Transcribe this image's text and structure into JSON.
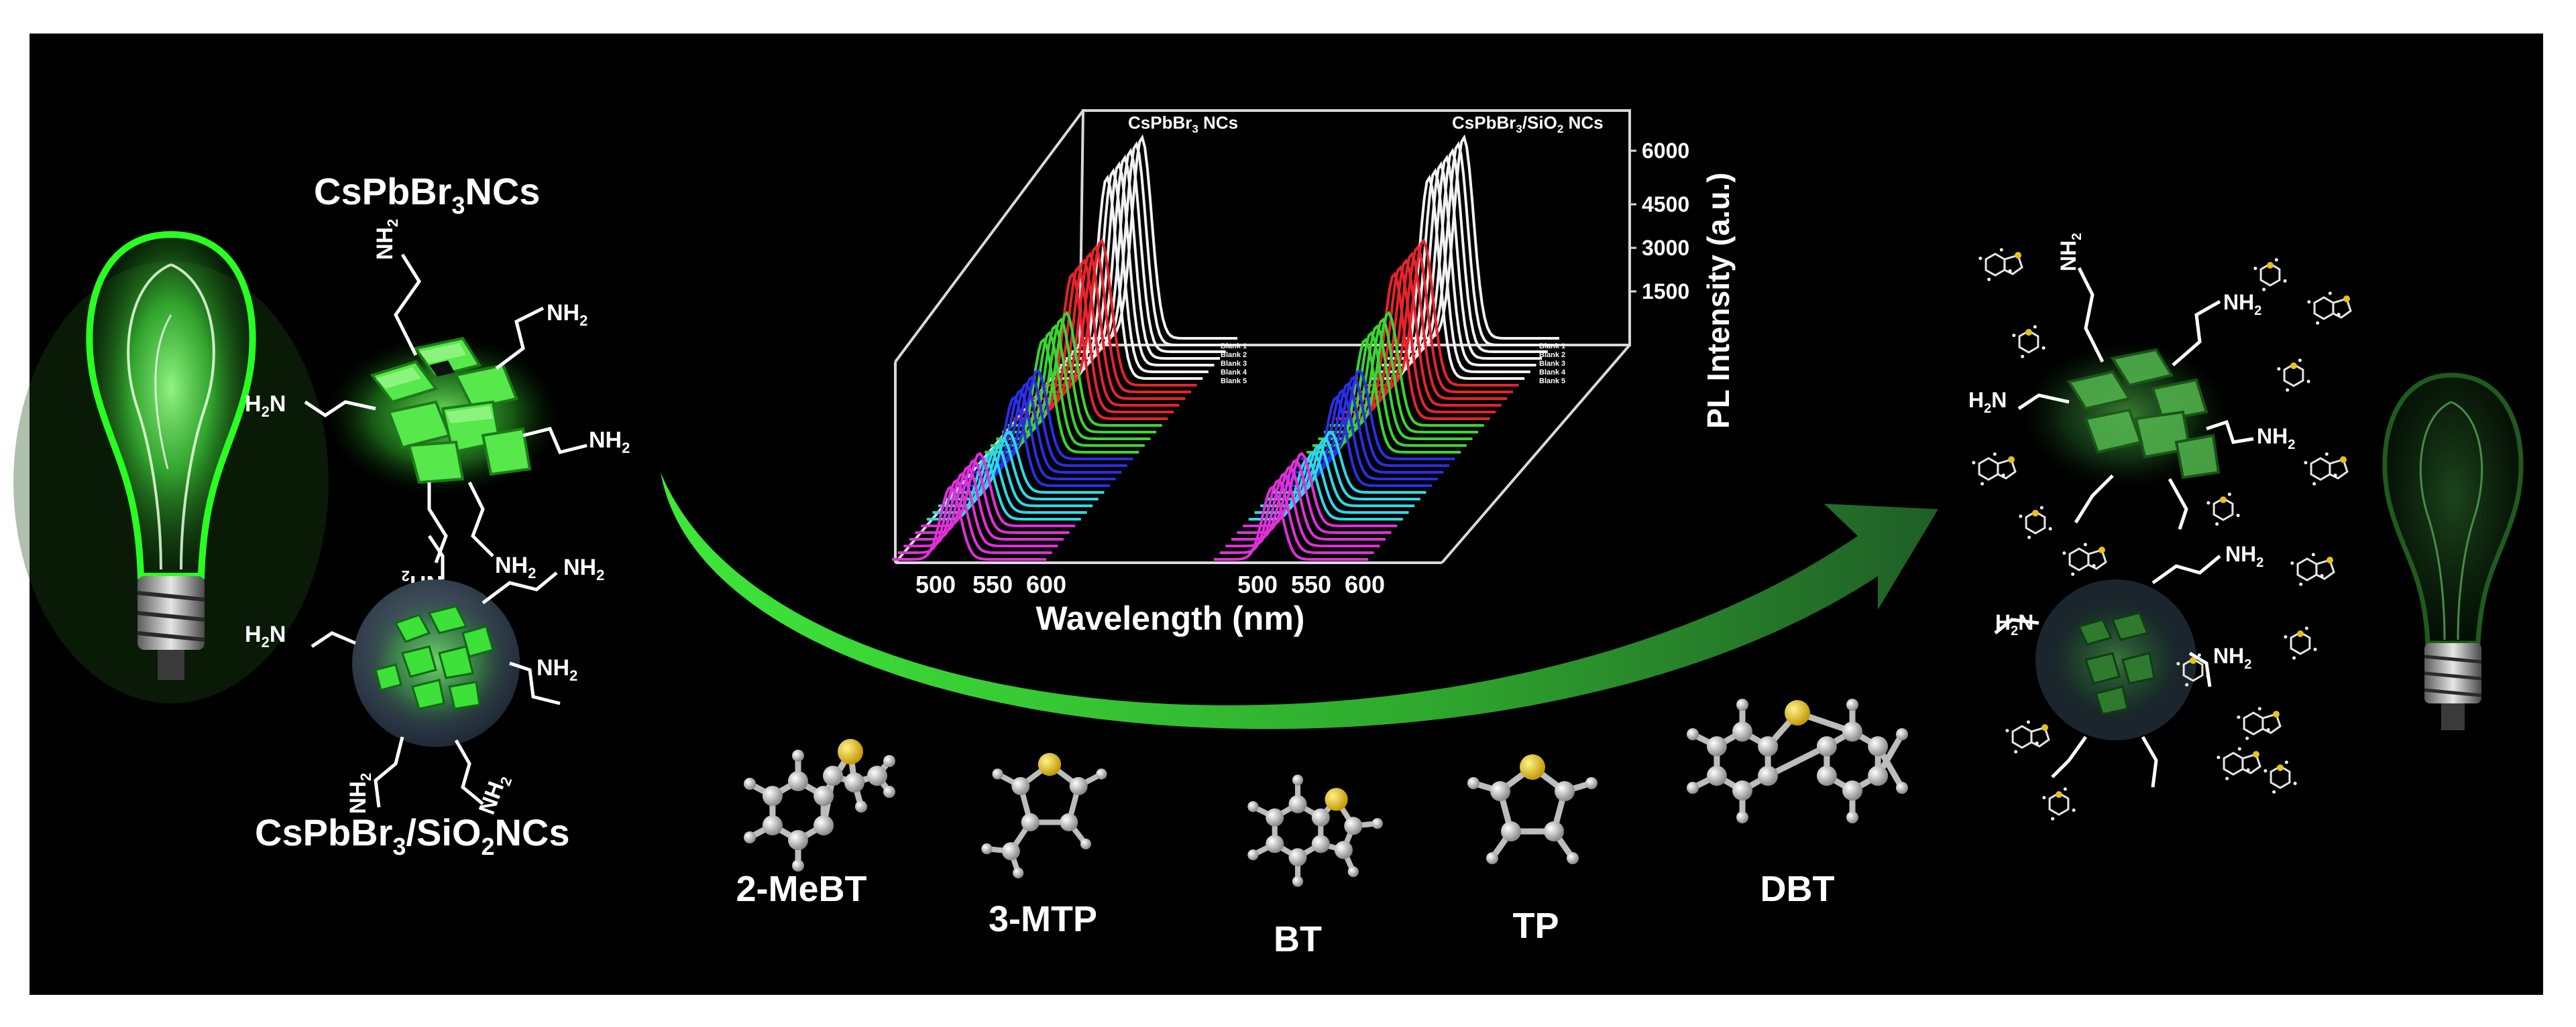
{
  "labels": {
    "cspbbr3_main": [
      "CsPbBr",
      "3",
      "NCs"
    ],
    "cspbbr3_sio2_main": [
      "CsPbBr",
      "3",
      "/SiO",
      "2",
      "NCs"
    ],
    "ligand_nh2": [
      "NH",
      "2"
    ],
    "ligand_h2n": [
      "H",
      "2",
      "N"
    ]
  },
  "plot": {
    "panel_left_title": [
      "CsPbBr",
      "3",
      " NCs"
    ],
    "panel_right_title": [
      "CsPbBr",
      "3",
      "/SiO",
      "2",
      " NCs"
    ],
    "z_axis_label": "PL Intensity (a.u.)",
    "z_ticks": [
      "6000",
      "4500",
      "3000",
      "1500"
    ],
    "x_axis_label": "Wavelength (nm)",
    "x_ticks": [
      "500",
      "550",
      "600"
    ],
    "blank_labels": [
      "Blank 1",
      "Blank 2",
      "Blank 3",
      "Blank 4",
      "Blank 5"
    ],
    "colors": {
      "white": "#f2f2f2",
      "red": "#e8232a",
      "green": "#39d631",
      "blue": "#2a2ee8",
      "cyan": "#2ed8e8",
      "magenta": "#e030d8"
    }
  },
  "molecules": [
    {
      "name": "2-MeBT"
    },
    {
      "name": "3-MTP"
    },
    {
      "name": "BT"
    },
    {
      "name": "TP"
    },
    {
      "name": "DBT"
    }
  ],
  "colors": {
    "background": "#000000",
    "nc_green": "#4ee84e",
    "arrow_green": "#5ae03a",
    "sulfur": "#e8c21a"
  }
}
